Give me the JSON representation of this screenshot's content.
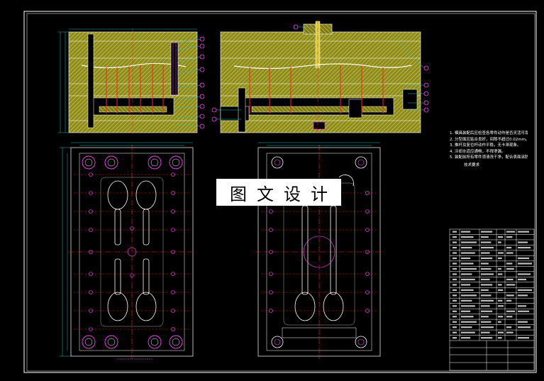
{
  "watermark": "图文设计",
  "technical_notes": [
    "1. 模具装配后应检查各零件动作是否灵活可靠。",
    "2. 分型面应贴合良好，间隙不超过0.02mm。",
    "3. 推杆及复位杆动作平稳，无卡滞现象。",
    "4. 冷却水道应通畅，不得渗漏。",
    "5. 装配前所有零件须清洗干净，配合表面涂防锈油。"
  ],
  "notes_signature": "技术要求",
  "colors": {
    "background": "#000000",
    "frame": "#ffffff",
    "steel_fill": "#c8c872",
    "hatch": "#e0d020",
    "center_line": "#ff2020",
    "dimension": "#20c0c0",
    "part_bubble": "#ff40ff",
    "part_outline": "#ffffff",
    "watermark_bg": "#ffffff"
  },
  "icons": {
    "part_bubble": "circle-icon",
    "screw": "screw-icon",
    "guide_pillar": "guide-pillar-icon"
  }
}
